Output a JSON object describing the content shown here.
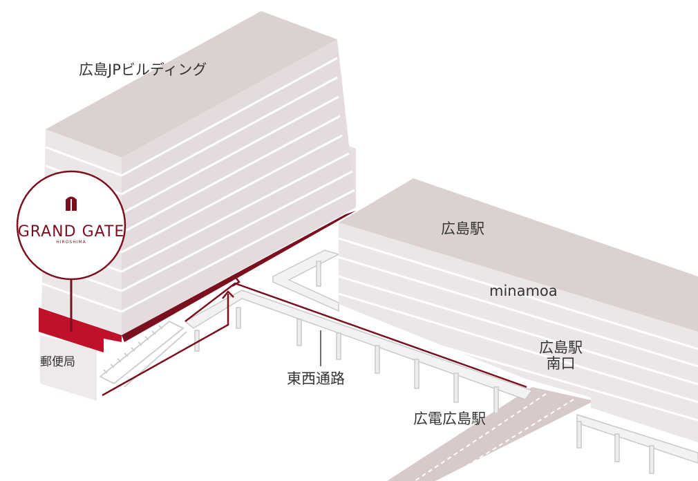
{
  "labels": {
    "jp_building": "広島JPビルディング",
    "station": "広島駅",
    "minamoa": "minamoa",
    "south_exit_line1": "広島駅",
    "south_exit_line2": "南口",
    "east_west_passage": "東西通路",
    "hiroden_station": "広電広島駅",
    "post_office": "郵便局"
  },
  "logo": {
    "name": "GRAND GATE",
    "sub": "HIROSHIMA"
  },
  "colors": {
    "maroon": "#7a0f1f",
    "red": "#c0102a",
    "roof": "#dcd1d1",
    "wall": "#ece7e7"
  }
}
